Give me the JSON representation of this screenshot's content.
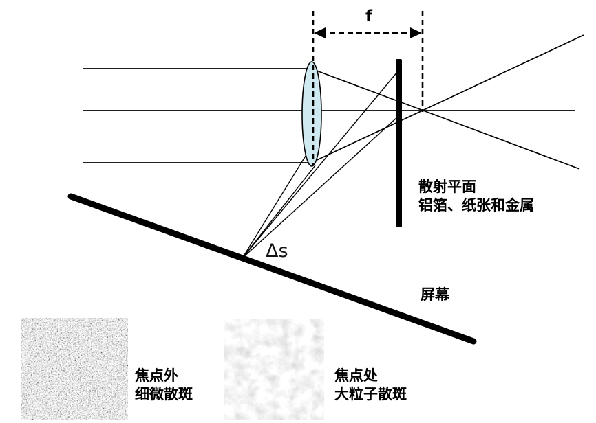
{
  "figure": {
    "f_label": "f",
    "delta_s": "Δs",
    "scattering_plane": {
      "line1": "散射平面",
      "line2": "铝箔、纸张和金属"
    },
    "screen": "屏幕",
    "speckle_left": {
      "line1": "焦点外",
      "line2": "细微散斑"
    },
    "speckle_right": {
      "line1": "焦点处",
      "line2": "大粒子散斑"
    },
    "colors": {
      "lens_fill": "#cfe9f1",
      "ink": "#000000",
      "background": "#ffffff"
    }
  }
}
